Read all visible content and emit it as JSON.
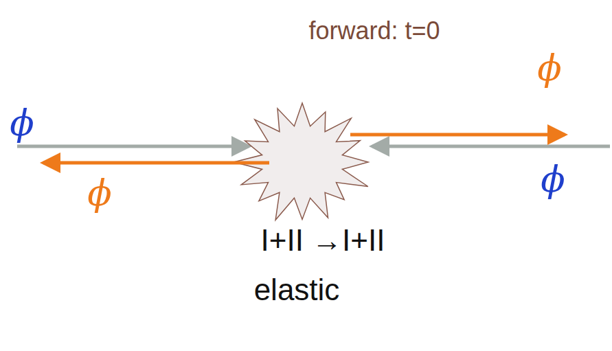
{
  "diagram": {
    "title": "forward: t=0",
    "labels": [
      "ϕ",
      "ϕ",
      "ϕ",
      "ϕ",
      "I+II →I+II",
      "elastic"
    ]
  }
}
